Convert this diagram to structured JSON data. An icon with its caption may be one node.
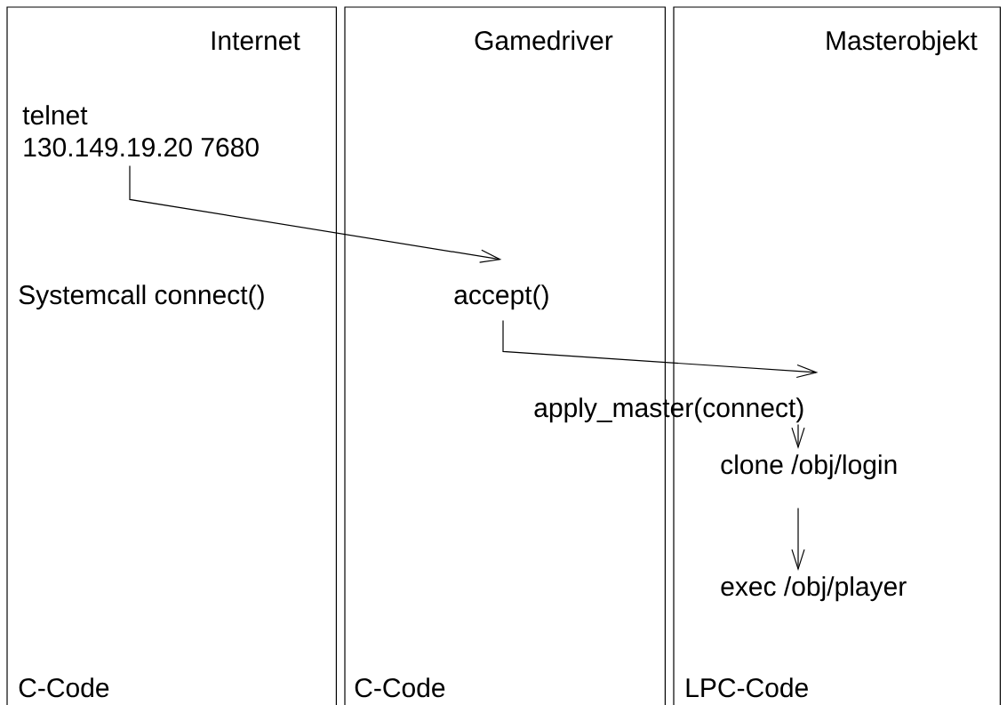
{
  "diagram": {
    "nodes": [
      {
        "text": [
          "Internet",
          "C-Code"
        ]
      },
      {
        "text": [
          "Gamedriver",
          "C-Code"
        ]
      },
      {
        "text": [
          "Masterobjekt",
          "LPC-Code"
        ]
      },
      {
        "text": [
          "telnet 130.149.19.20 7680"
        ],
        "in": 0
      },
      {
        "text": [
          "accept()"
        ],
        "in": 1
      },
      {
        "text": [
          "apply_master(connect)"
        ]
      },
      {
        "text": [
          "clone /obj/login"
        ],
        "in": 2
      },
      {
        "text": [
          "exec /obj/player"
        ],
        "in": 2
      }
    ],
    "edges": [
      {
        "from": 3,
        "to": 4,
        "arrow": "to"
      },
      {
        "from": 4,
        "to": 5,
        "arrow": "to"
      },
      {
        "from": 5,
        "to": 6,
        "arrow": "to"
      },
      {
        "from": 6,
        "to": 7,
        "arrow": "to"
      }
    ],
    "labels": [
      "Systemcall connect()"
    ]
  }
}
